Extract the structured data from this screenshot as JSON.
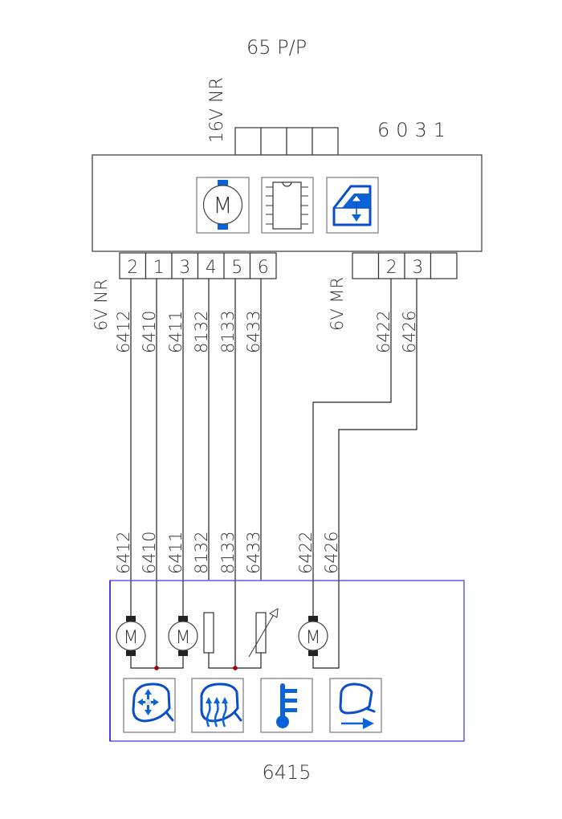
{
  "diagram": {
    "title": "65 P/P",
    "module_top": {
      "id": "6031",
      "top_connector_label": "16V NR",
      "top_connector_cells": 4,
      "icons": [
        "motor-icon",
        "ic-chip-icon",
        "window-lift-icon"
      ]
    },
    "connector_left": {
      "label": "6V NR",
      "pins": [
        "2",
        "1",
        "3",
        "4",
        "5",
        "6"
      ],
      "wires": [
        "6412",
        "6410",
        "6411",
        "8132",
        "8133",
        "6433"
      ]
    },
    "connector_right": {
      "label": "6V MR",
      "pins": [
        "",
        "2",
        "3",
        ""
      ],
      "wires": [
        "6422",
        "6426"
      ]
    },
    "module_bottom": {
      "id": "6415",
      "wire_labels": [
        "6412",
        "6410",
        "6411",
        "8132",
        "8133",
        "6433",
        "6422",
        "6426"
      ],
      "components": [
        "motor",
        "motor",
        "resistor",
        "variable-resistor",
        "motor"
      ],
      "motor_letter": "M",
      "icons": [
        "mirror-adjust-icon",
        "mirror-heating-icon",
        "temperature-icon",
        "mirror-fold-icon"
      ],
      "frame_color": "#5a5af0",
      "junction_color": "#a00000"
    }
  }
}
